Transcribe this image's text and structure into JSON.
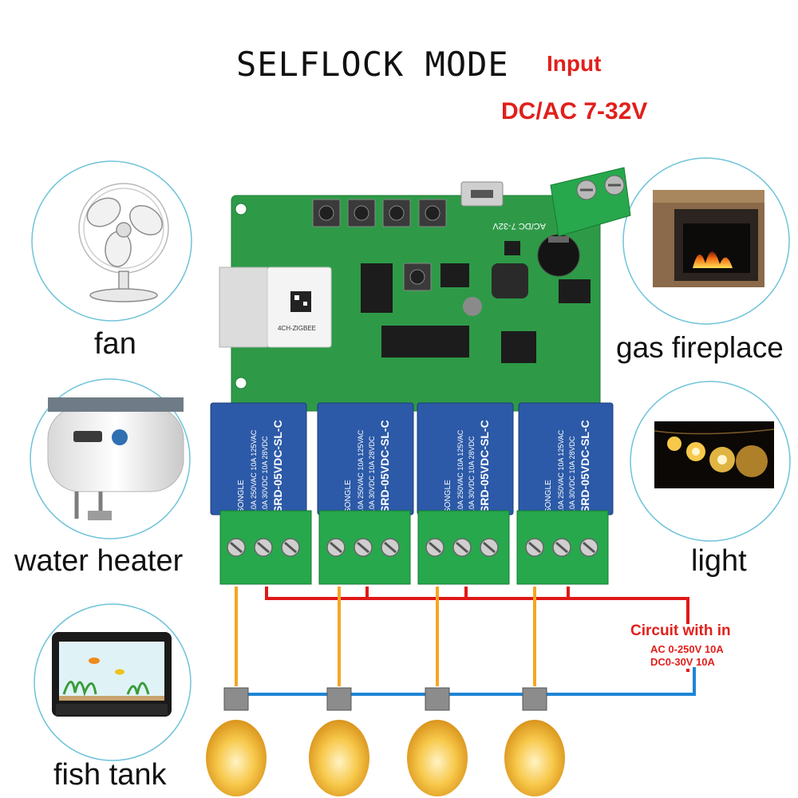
{
  "header": {
    "title": "SELFLOCK MODE",
    "input_label": "Input",
    "input_range": "DC/AC 7-32V"
  },
  "appliances": {
    "fan": "fan",
    "gas_fireplace": "gas fireplace",
    "water_heater": "water heater",
    "light": "light",
    "fish_tank": "fish tank"
  },
  "circuit": {
    "label": "Circuit with in",
    "ac_rating": "AC 0-250V 10A",
    "dc_rating": "DC0-30V 10A"
  },
  "board": {
    "module_text": "4CH-ZIGBEE",
    "power_text": "AC/DC 7-32V",
    "relays": [
      {
        "brand": "SONGLE",
        "rating1": "10A 250VAC 10A 125VAC",
        "rating2": "10A 30VDC 10A 28VDC",
        "model": "SRD-05VDC-SL-C"
      },
      {
        "brand": "SONGLE",
        "rating1": "10A 250VAC 10A 125VAC",
        "rating2": "10A 30VDC 10A 28VDC",
        "model": "SRD-05VDC-SL-C"
      },
      {
        "brand": "SONGLE",
        "rating1": "10A 250VAC 10A 125VAC",
        "rating2": "10A 30VDC 10A 28VDC",
        "model": "SRD-05VDC-SL-C"
      },
      {
        "brand": "SONGLE",
        "rating1": "10A 250VAC 10A 125VAC",
        "rating2": "10A 30VDC 10A 28VDC",
        "model": "SRD-05VDC-SL-C"
      }
    ]
  },
  "colors": {
    "board_green": "#2e9a47",
    "relay_blue": "#2c5aa8",
    "terminal_green": "#27a84c",
    "wire_red": "#e01818",
    "wire_blue": "#1f86d6",
    "wire_orange": "#f5a623",
    "label_red": "#e0201c"
  }
}
